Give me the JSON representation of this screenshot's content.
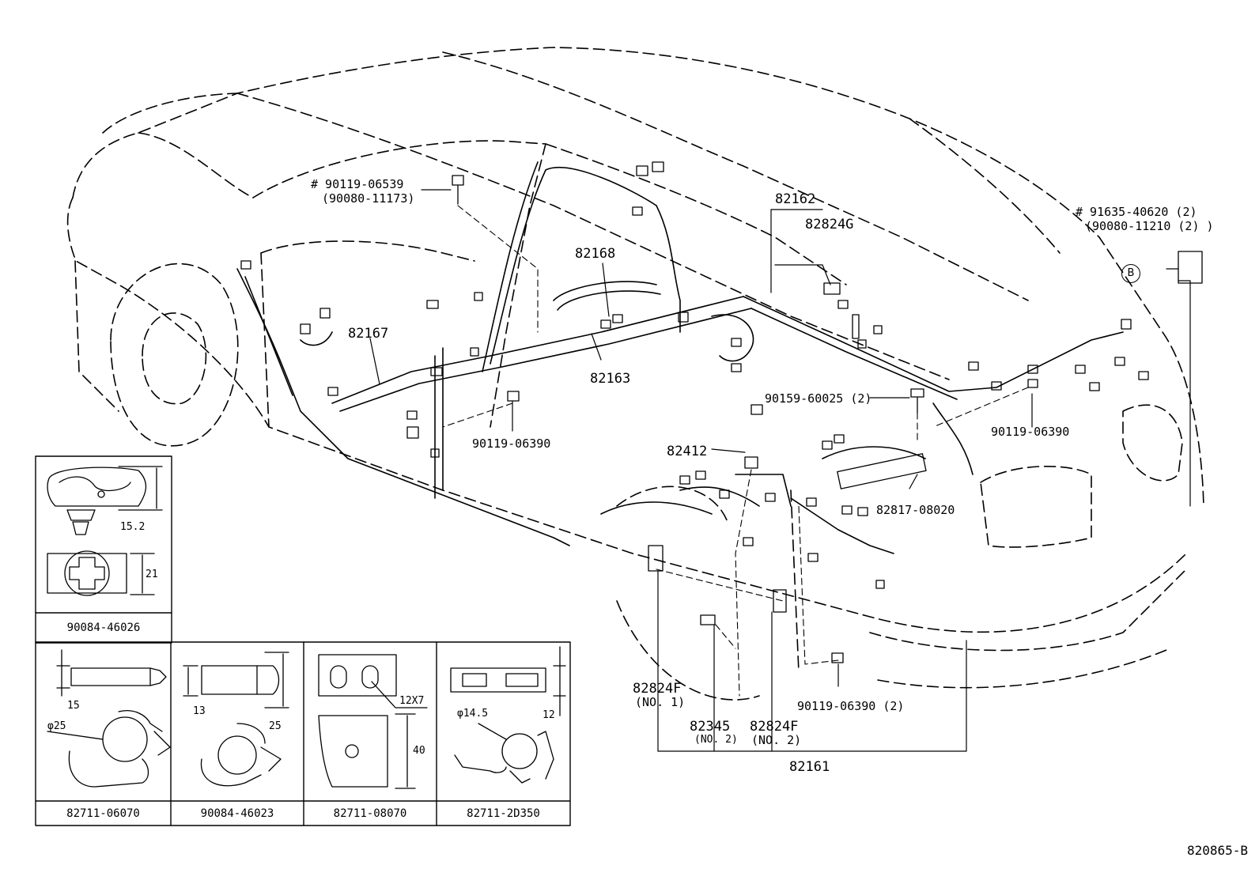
{
  "diagram_id": "820865-B",
  "callouts": {
    "c90119_06539": "# 90119-06539",
    "c90080_11173": "(90080-11173)",
    "c82162": "82162",
    "c82824G": "82824G",
    "c91635_40620": "# 91635-40620 (2)",
    "c90080_11210": "(90080-11210 (2) )",
    "c82168": "82168",
    "c82167": "82167",
    "c82163": "82163",
    "c90159_60025": "90159-60025 (2)",
    "c90119_06390_right": "90119-06390",
    "c90119_06390_left": "90119-06390",
    "c82412": "82412",
    "c82817_08020": "82817-08020",
    "c82824F_1a": "82824F",
    "c82824F_1b": "(NO. 1)",
    "c82345a": "82345",
    "c82345b": "(NO. 2)",
    "c82824F_2a": "82824F",
    "c82824F_2b": "(NO. 2)",
    "c90119_06390_2": "90119-06390 (2)",
    "c82161": "82161",
    "circle_b": "B"
  },
  "detail_boxes": {
    "b1": {
      "part": "90084-46026",
      "dims": [
        "15.2",
        "21"
      ]
    },
    "b2": {
      "part": "82711-06070",
      "dims": [
        "15",
        "φ25"
      ]
    },
    "b3": {
      "part": "90084-46023",
      "dims": [
        "13",
        "25"
      ]
    },
    "b4": {
      "part": "82711-08070",
      "dims": [
        "12X7",
        "40"
      ]
    },
    "b5": {
      "part": "82711-2D350",
      "dims": [
        "φ14.5",
        "12"
      ]
    }
  }
}
